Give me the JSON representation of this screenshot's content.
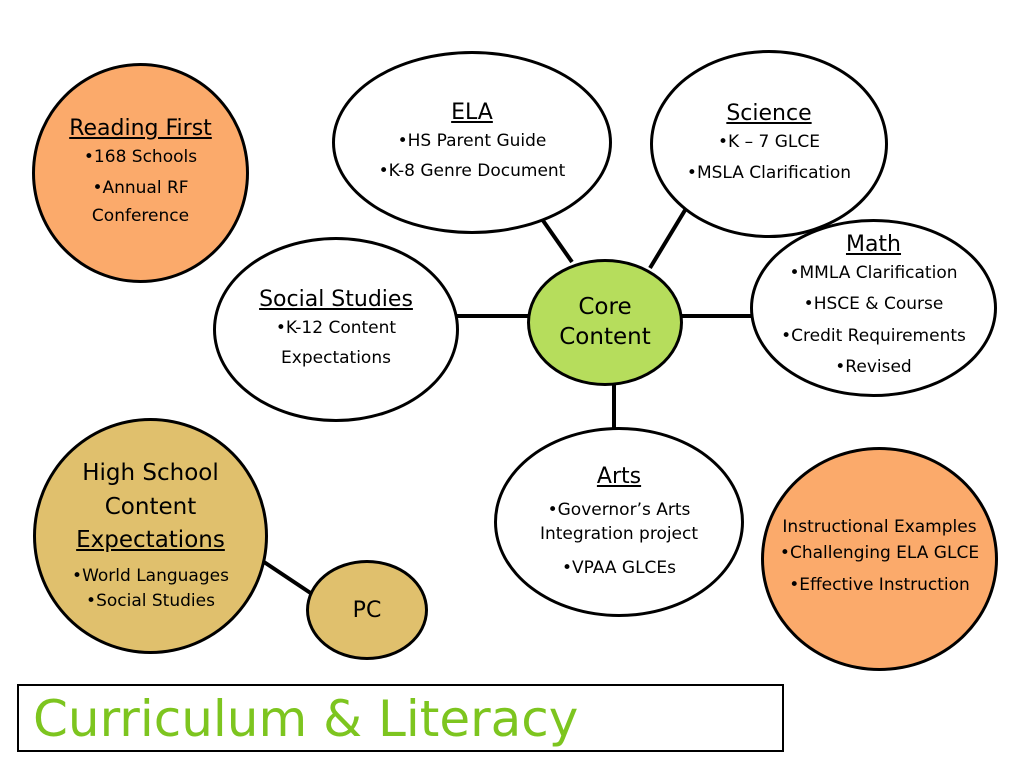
{
  "colors": {
    "orange": "#fbaa6b",
    "tan": "#e0c06d",
    "green": "#b6dd5c",
    "banner_text": "#7dc51f"
  },
  "reading_first": {
    "title": "Reading First",
    "items": [
      "•168 Schools",
      "•Annual RF",
      "Conference"
    ]
  },
  "ela": {
    "title": "ELA",
    "items": [
      "•HS Parent Guide",
      "•K-8 Genre Document"
    ]
  },
  "science": {
    "title": "Science",
    "items": [
      "•K – 7 GLCE",
      "•MSLA Clarification"
    ]
  },
  "social_studies": {
    "title": "Social Studies",
    "items": [
      "•K-12 Content",
      "Expectations"
    ]
  },
  "core": {
    "line1": "Core",
    "line2": "Content"
  },
  "math": {
    "title": "Math",
    "items": [
      "•MMLA Clarification",
      "•HSCE & Course",
      "•Credit Requirements",
      "•Revised"
    ]
  },
  "hsce": {
    "title_line1": "High School",
    "title_line2": "Content",
    "title_line3": "Expectations",
    "items": [
      "•World Languages",
      "•Social Studies"
    ]
  },
  "pc": {
    "label": "PC"
  },
  "arts": {
    "title": "Arts",
    "items": [
      "•Governor’s Arts",
      "Integration project",
      "•VPAA GLCEs"
    ]
  },
  "instructional": {
    "title": "Instructional Examples",
    "items": [
      "•Challenging ELA GLCE",
      "•Effective Instruction"
    ]
  },
  "banner": {
    "text": "Curriculum & Literacy"
  }
}
